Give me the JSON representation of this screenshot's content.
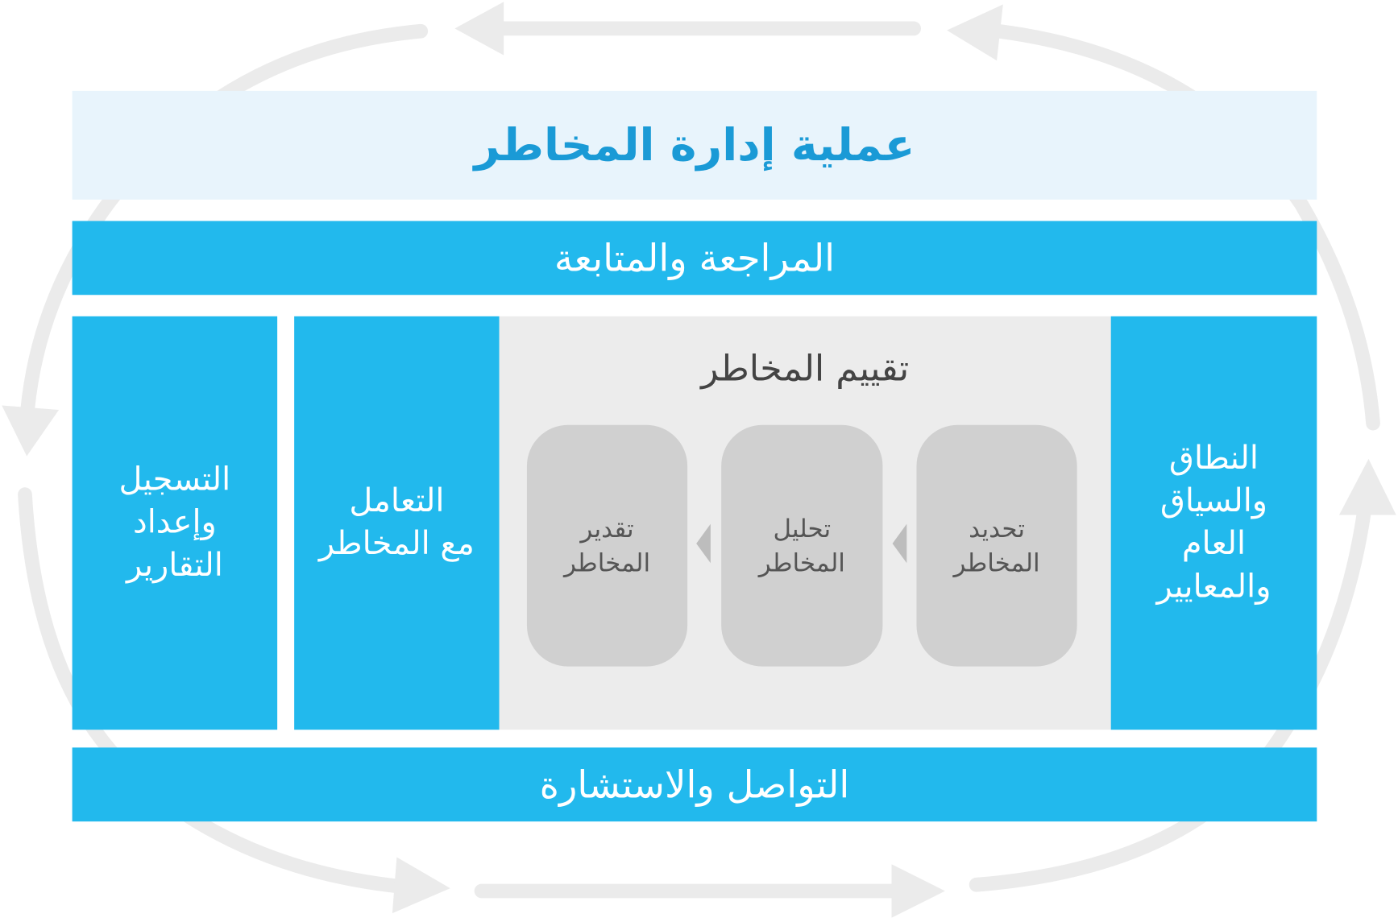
{
  "title": "عملية إدارة المخاطر",
  "review": "المراجعة والمتابعة",
  "communication": "التواصل والاستشارة",
  "scope": [
    "النطاق",
    "والسياق",
    "العام",
    "والمعايير"
  ],
  "treatment": [
    "التعامل",
    "مع المخاطر"
  ],
  "reporting": [
    "التسجيل",
    "وإعداد",
    "التقارير"
  ],
  "assessment": {
    "title": "تقييم المخاطر",
    "steps": [
      {
        "line1": "تحديد",
        "line2": "المخاطر"
      },
      {
        "line1": "تحليل",
        "line2": "المخاطر"
      },
      {
        "line1": "تقدير",
        "line2": "المخاطر"
      }
    ]
  },
  "colors": {
    "blue": "#22b9ed",
    "title_bg": "#e8f4fc",
    "title_text": "#1a9ad6",
    "gray": "#ececec",
    "box": "#d0d0d0",
    "arrow": "#ebebeb"
  }
}
